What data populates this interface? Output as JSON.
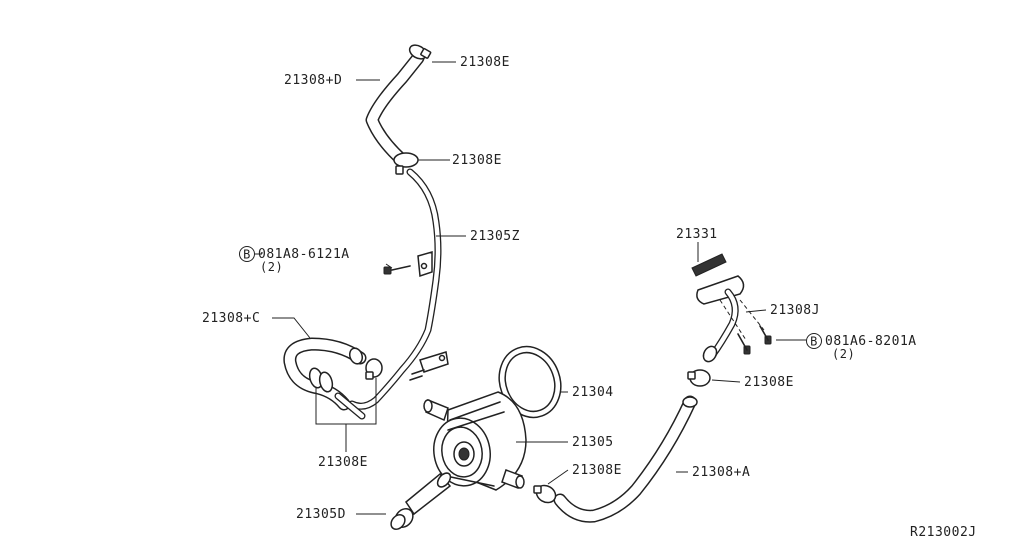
{
  "labels": {
    "hose_d": "21308+D",
    "clamp_top": "21308E",
    "clamp_upper": "21308E",
    "tube_z": "21305Z",
    "bolt_left": "081A8-6121A",
    "bolt_left_qty": "(2)",
    "bolt_left_symbol": "B",
    "hose_c": "21308+C",
    "clamp_left_group": "21308E",
    "seal_ring": "21304",
    "cooler": "21305",
    "connector_d": "21305D",
    "clamp_lower": "21308E",
    "hose_a": "21308+A",
    "clamp_right": "21308E",
    "gasket": "21331",
    "pipe_j": "21308J",
    "bolt_right": "081A6-8201A",
    "bolt_right_qty": "(2)",
    "bolt_right_symbol": "B",
    "ref_code": "R213002J"
  }
}
